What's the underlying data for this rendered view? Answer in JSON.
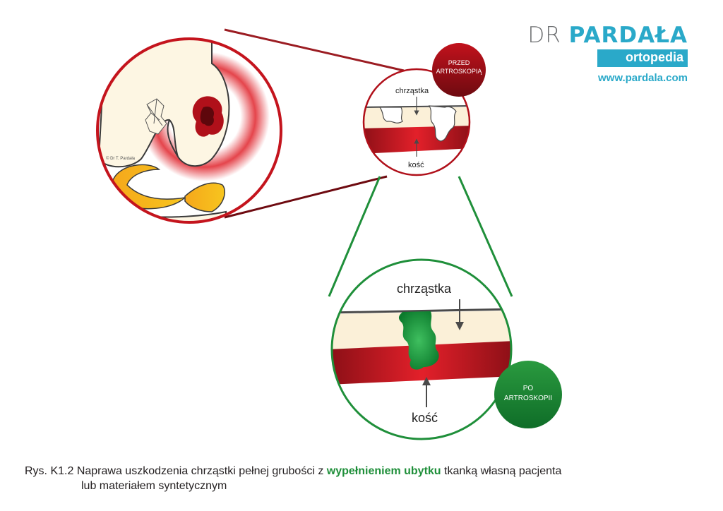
{
  "brand": {
    "name_prefix": "DR",
    "name_main": "PARDAŁA",
    "tagline": "ortopedia",
    "url": "www.pardala.com"
  },
  "knee_panel": {
    "copyright": "© Dr T. Pardała"
  },
  "before_panel": {
    "badge_line1": "PRZED",
    "badge_line2": "ARTROSKOPIĄ",
    "cartilage_label": "chrząstka",
    "bone_label": "kość"
  },
  "after_panel": {
    "badge_line1": "PO",
    "badge_line2": "ARTROSKOPII",
    "cartilage_label": "chrząstka",
    "bone_label": "kość"
  },
  "caption": {
    "prefix": "Rys. K1.2 ",
    "text_before": "Naprawa uszkodzenia chrząstki pełnej grubości z ",
    "highlight": "wypełnieniem ubytku",
    "text_after": " tkanką własną pacjenta",
    "line2": "lub materiałem syntetycznym"
  },
  "colors": {
    "brand": "#2aa9c9",
    "before_accent": "#b0101a",
    "after_accent": "#1f8f3a"
  }
}
